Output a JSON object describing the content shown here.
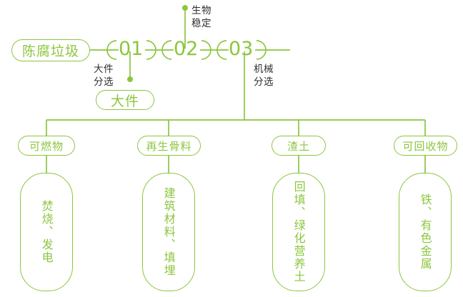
{
  "theme": {
    "accent": "#8cc63f",
    "line": "#8cc63f",
    "anno_text": "#2e2e2e",
    "background": "#ffffff"
  },
  "source": {
    "label": "陈腐垃圾"
  },
  "stages": [
    {
      "number": "01",
      "annotation": "大件\n分选"
    },
    {
      "number": "02",
      "annotation": "生物\n稳定"
    },
    {
      "number": "03",
      "annotation": "机械\n分选"
    }
  ],
  "intermediate": {
    "label": "大件"
  },
  "branches": [
    {
      "category": "可燃物",
      "detail": "焚烧、发电"
    },
    {
      "category": "再生骨料",
      "detail": "建筑材料、填埋"
    },
    {
      "category": "渣土",
      "detail": "回填、绿化营养土"
    },
    {
      "category": "可回收物",
      "detail": "铁、有色金属"
    }
  ]
}
